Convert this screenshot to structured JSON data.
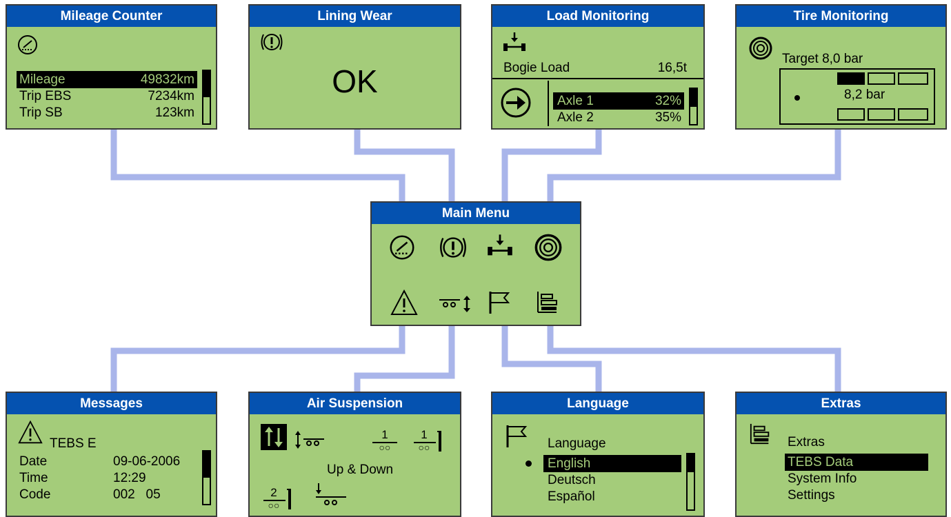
{
  "colors": {
    "screen": "#a4cc7a",
    "header": "#0552b0",
    "connector": "#a9b5ea"
  },
  "main_menu": {
    "title": "Main Menu",
    "icons": [
      "gauge-icon",
      "brake-warning-icon",
      "axle-load-icon",
      "tire-icon",
      "warning-triangle-icon",
      "air-suspension-icon",
      "flag-icon",
      "extras-icon"
    ]
  },
  "mileage_counter": {
    "title": "Mileage Counter",
    "rows": [
      {
        "label": "Mileage",
        "value": "49832km"
      },
      {
        "label": "Trip EBS",
        "value": "7234km"
      },
      {
        "label": "Trip SB",
        "value": "123km"
      }
    ],
    "scroll_fraction": 0.5
  },
  "lining_wear": {
    "title": "Lining Wear",
    "status": "OK"
  },
  "load_monitoring": {
    "title": "Load Monitoring",
    "bogie_label": "Bogie Load",
    "bogie_value": "16,5t",
    "axles": [
      {
        "label": "Axle 1",
        "value": "32%"
      },
      {
        "label": "Axle 2",
        "value": "35%"
      }
    ],
    "scroll_fraction": 0.5
  },
  "tire_monitoring": {
    "title": "Tire Monitoring",
    "target": "Target 8,0 bar",
    "reading": "8,2 bar"
  },
  "messages": {
    "title": "Messages",
    "source": "TEBS E",
    "rows": [
      {
        "label": "Date",
        "value": "09-06-2006"
      },
      {
        "label": "Time",
        "value": "12:29"
      },
      {
        "label": "Code",
        "value": "002   05"
      }
    ],
    "scroll_fraction": 0.5
  },
  "air_suspension": {
    "title": "Air Suspension",
    "mode": "Up & Down",
    "level_1": "1",
    "level_2": "2"
  },
  "language": {
    "title": "Language",
    "heading": "Language",
    "options": [
      "English",
      "Deutsch",
      "Español"
    ],
    "scroll_fraction": 0.33
  },
  "extras": {
    "title": "Extras",
    "heading": "Extras",
    "items": [
      "TEBS Data",
      "System Info",
      "Settings"
    ]
  }
}
